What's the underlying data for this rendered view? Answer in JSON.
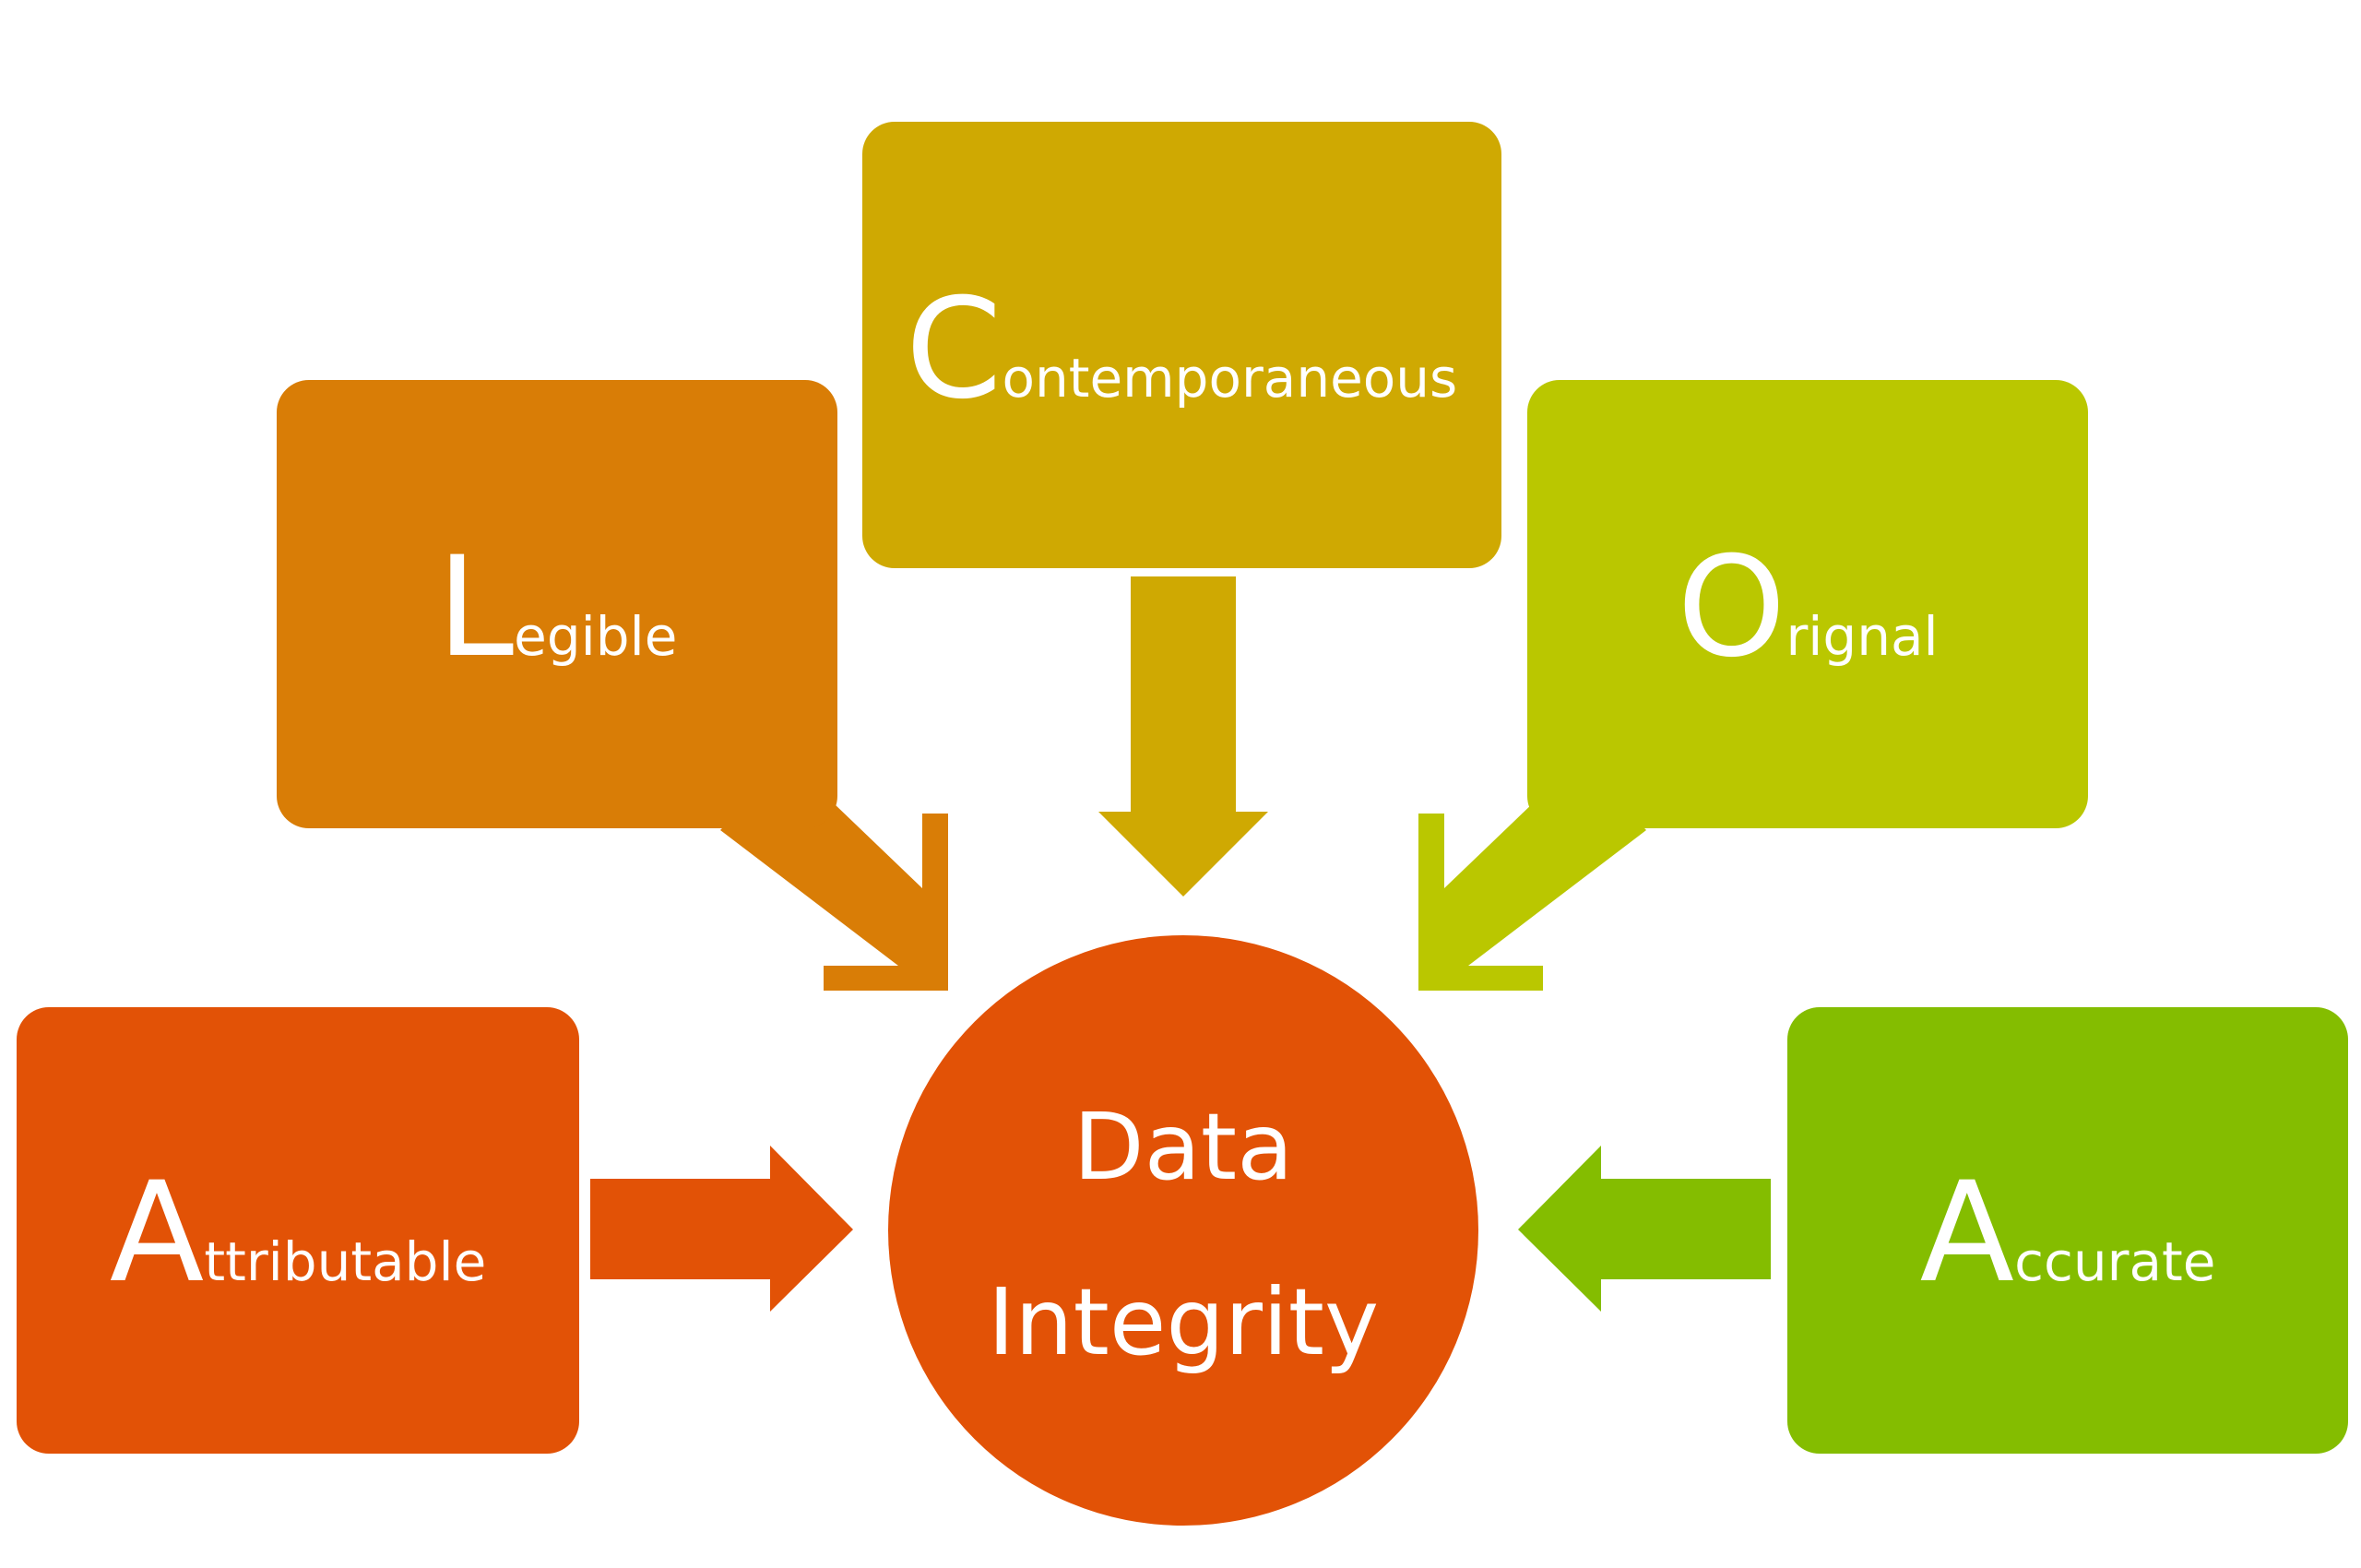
{
  "colors": {
    "attributable": "#E25206",
    "legible": "#D97D06",
    "contemporaneous": "#CFA902",
    "original": "#BAC700",
    "accurate": "#84BD00",
    "center": "#E25206",
    "text": "#FFFFFF"
  },
  "center": {
    "line1": "Data",
    "line2": "Integrity"
  },
  "boxes": {
    "attributable": {
      "initial": "A",
      "rest": "ttributable"
    },
    "legible": {
      "initial": "L",
      "rest": "egible"
    },
    "contemporaneous": {
      "initial": "C",
      "rest": "ontemporaneous"
    },
    "original": {
      "initial": "O",
      "rest": "rignal"
    },
    "accurate": {
      "initial": "A",
      "rest": "ccurate"
    }
  }
}
